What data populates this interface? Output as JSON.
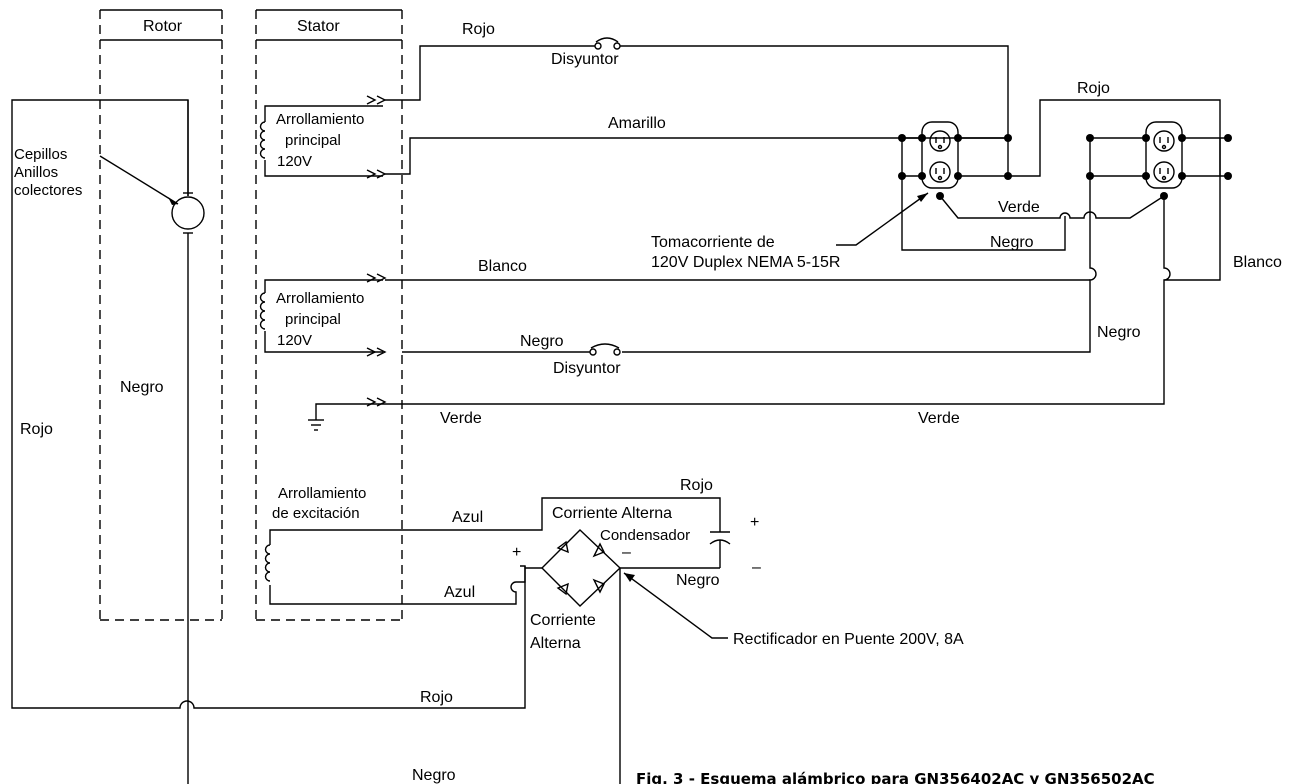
{
  "sections": {
    "rotor": "Rotor",
    "stator": "Stator"
  },
  "windings": {
    "main1": [
      "Arrollamiento",
      "principal",
      "120V"
    ],
    "main2": [
      "Arrollamiento",
      "principal",
      "120V"
    ],
    "excitation": [
      "Arrollamiento",
      "de excitación"
    ]
  },
  "components": {
    "brushes": [
      "Cepillos",
      "Anillos",
      "colectores"
    ],
    "breaker": "Disyuntor",
    "receptacle": [
      "Tomacorriente de",
      "120V Duplex NEMA 5-15R"
    ],
    "ac": "Corriente Alterna",
    "ac_split": [
      "Corriente",
      "Alterna"
    ],
    "capacitor": "Condensador",
    "rectifier": "Rectificador en Puente 200V, 8A",
    "plus": "+",
    "minus": "–"
  },
  "wires": {
    "red": "Rojo",
    "yellow": "Amarillo",
    "white": "Blanco",
    "black": "Negro",
    "green": "Verde",
    "blue": "Azul"
  },
  "caption": "Fig. 3 - Esquema alámbrico para GN356402AC y GN356502AC"
}
